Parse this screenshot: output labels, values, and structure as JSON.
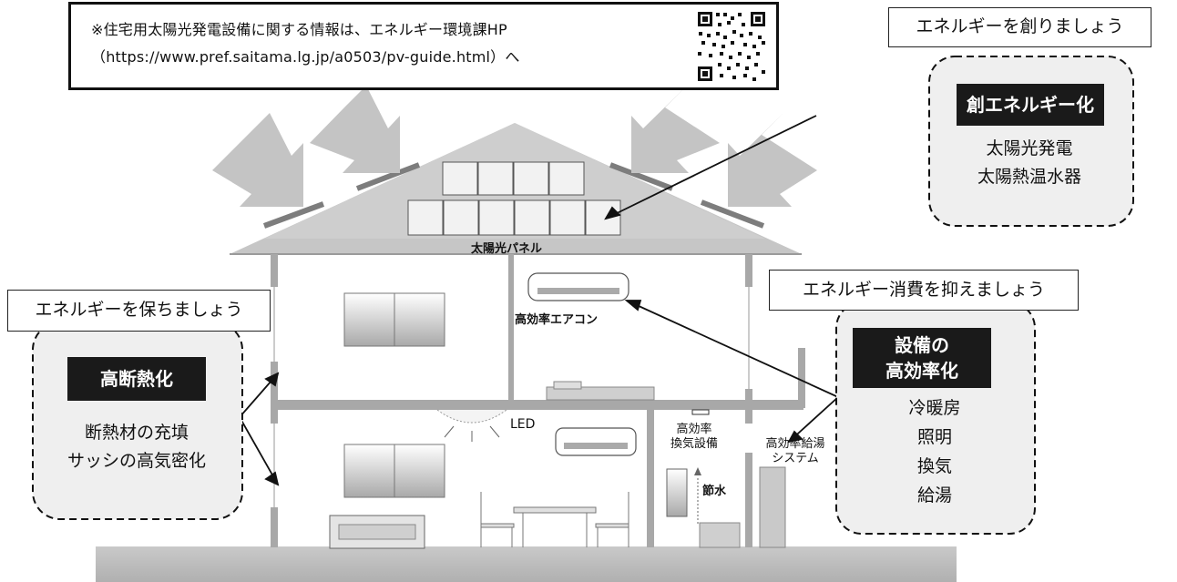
{
  "info": {
    "line1": "※住宅用太陽光発電設備に関する情報は、エネルギー環境課HP",
    "line2": "（https://www.pref.saitama.lg.jp/a0503/pv-guide.html）へ",
    "qr_icon": "qr-code-icon"
  },
  "create": {
    "title": "エネルギーを創りましょう",
    "label": "創エネルギー化",
    "items": [
      "太陽光発電",
      "太陽熱温水器"
    ]
  },
  "keep": {
    "title": "エネルギーを保ちましょう",
    "label": "高断熱化",
    "items": [
      "断熱材の充填",
      "サッシの高気密化"
    ]
  },
  "reduce": {
    "title": "エネルギー消費を抑えましょう",
    "label_line1": "設備の",
    "label_line2": "高効率化",
    "items": [
      "冷暖房",
      "照明",
      "換気",
      "給湯"
    ]
  },
  "house": {
    "solar_panel": "太陽光パネル",
    "aircon": "高効率エアコン",
    "led": "LED",
    "ventilation_line1": "高効率",
    "ventilation_line2": "換気設備",
    "water_saving": "節水",
    "water_heater_line1": "高効率給湯",
    "water_heater_line2": "システム"
  },
  "colors": {
    "panel_bg": "#eeeeee",
    "roof": "#c4c4c4",
    "arrow": "#c8c8c8",
    "wall": "#aaaaaa",
    "ground": "#bdbdbd"
  }
}
